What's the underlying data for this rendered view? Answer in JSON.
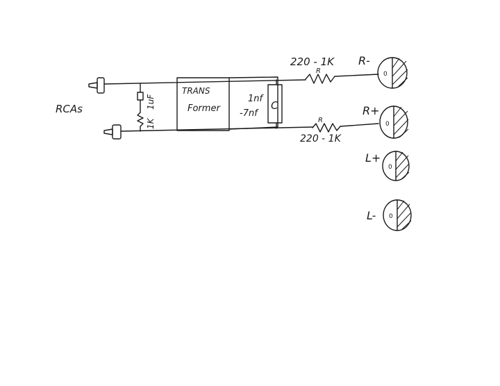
{
  "labels": {
    "rcas": "RCAs",
    "trans_line1": "TRANS",
    "trans_line2": "Former",
    "cap_value_line1": "1nf",
    "cap_value_line2": "-7nf",
    "cap_letter": "C",
    "top_res_value": "220 - 1K",
    "top_res_letter": "R",
    "bottom_res_value": "220 - 1K",
    "bottom_res_letter": "R",
    "filter_cap_label": "1uF",
    "filter_res_label": "1K",
    "out_r_minus": "R-",
    "out_r_plus": "R+",
    "out_l_plus": "L+",
    "out_l_minus": "L-",
    "jack_mark": "0"
  },
  "colors": {
    "ink": "#1a1a1a",
    "paper": "#ffffff"
  }
}
